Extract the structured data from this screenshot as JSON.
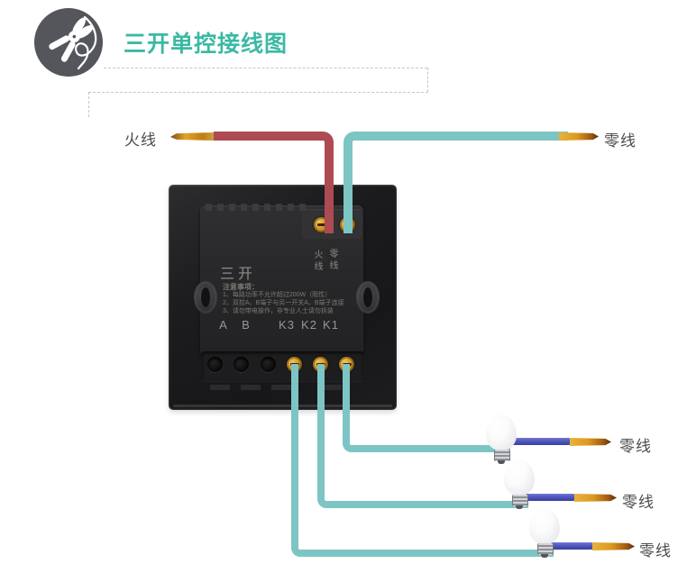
{
  "header": {
    "title": "三开单控接线图",
    "icon": "wire-cutters"
  },
  "wires": {
    "live_label": "火线",
    "neutral_label": "零线",
    "lamp_neutral_labels": [
      "零线",
      "零线",
      "零线"
    ]
  },
  "switch": {
    "model_label": "三开",
    "live_vertical_label": "火线",
    "neutral_vertical_label": "零线",
    "terminal_labels": [
      "A",
      "B",
      "K3",
      "K2",
      "K1"
    ],
    "notes_title": "注意事项：",
    "notes": [
      "1、每路功率不允许超过200W（阻性）",
      "2、双控A、B端子与另一开关A、B端子连接",
      "3、请勿带电操作，非专业人士请勿拆装"
    ]
  },
  "colors": {
    "accent_teal": "#3bb9a3",
    "live_wire_red": "#ae4a52",
    "neutral_wire_cyan": "#7dc5c4",
    "lamp_wire_blue": "#4a52b8",
    "copper": "#d79a24"
  }
}
